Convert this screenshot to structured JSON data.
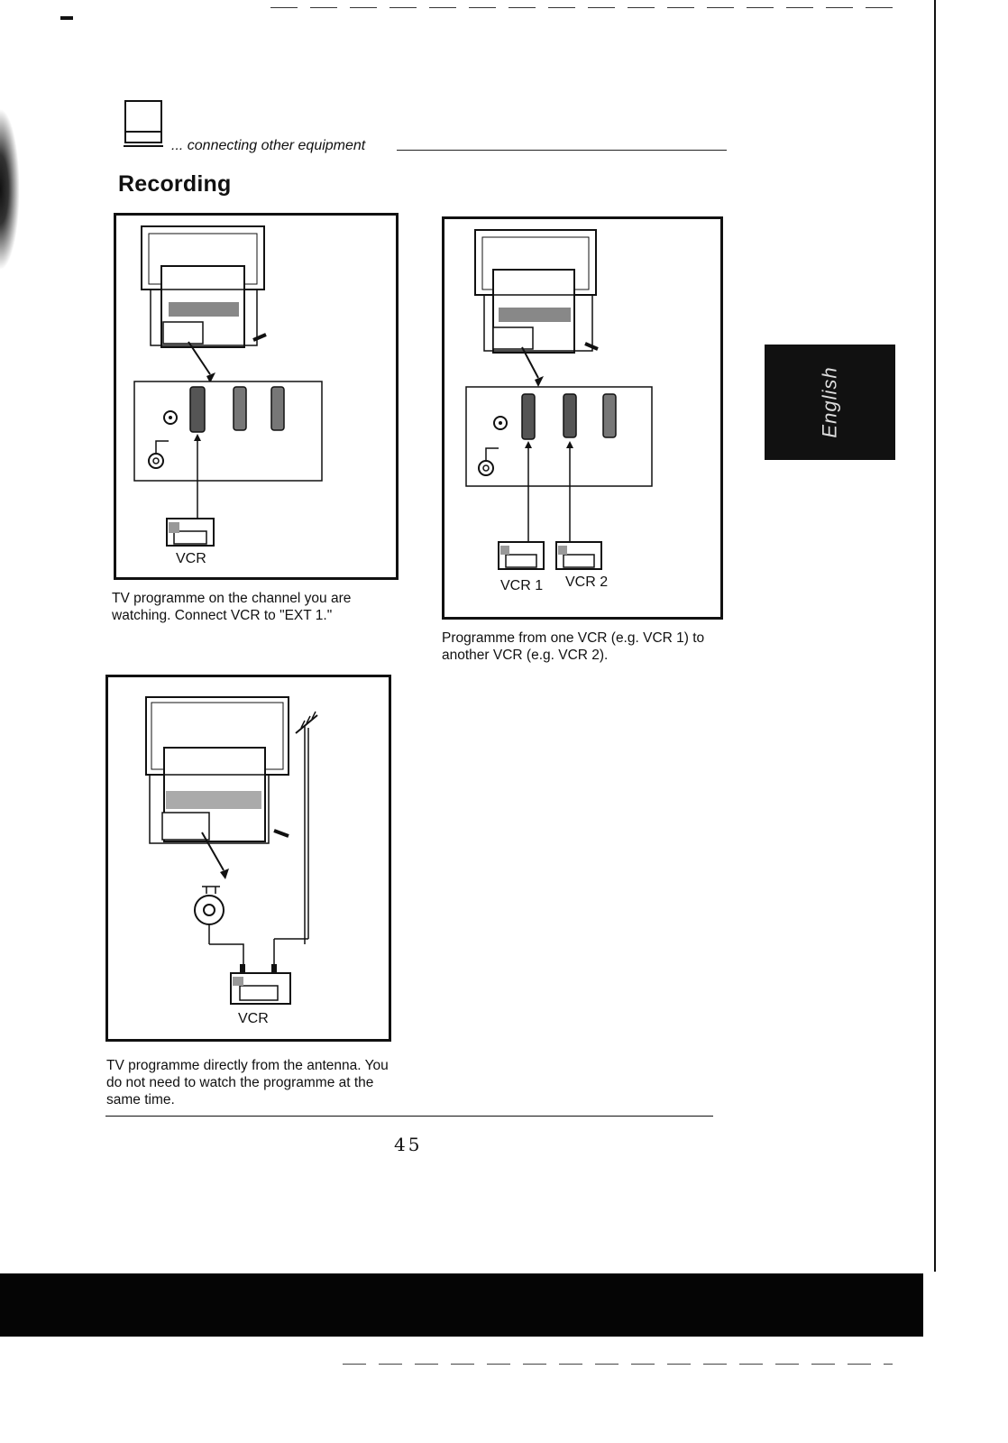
{
  "header": {
    "section_label": "... connecting other equipment",
    "title": "Recording"
  },
  "diagrams": [
    {
      "labels": [
        "VCR"
      ],
      "caption": "TV programme on the channel you are watching. Connect VCR to \"EXT 1.\""
    },
    {
      "labels": [
        "VCR 1",
        "VCR 2"
      ],
      "caption": "Programme from one VCR (e.g. VCR 1) to another VCR (e.g. VCR 2)."
    },
    {
      "labels": [
        "VCR"
      ],
      "caption": "TV programme directly from the antenna. You do not need to watch the programme at the same time."
    }
  ],
  "sidebar": {
    "language_tab": "English"
  },
  "footer": {
    "page_number": "45"
  },
  "icons": [
    "tv-icon",
    "tv-rear-panel-icon",
    "vcr-icon",
    "antenna-icon",
    "aerial-socket-icon",
    "scart-socket-icon"
  ]
}
